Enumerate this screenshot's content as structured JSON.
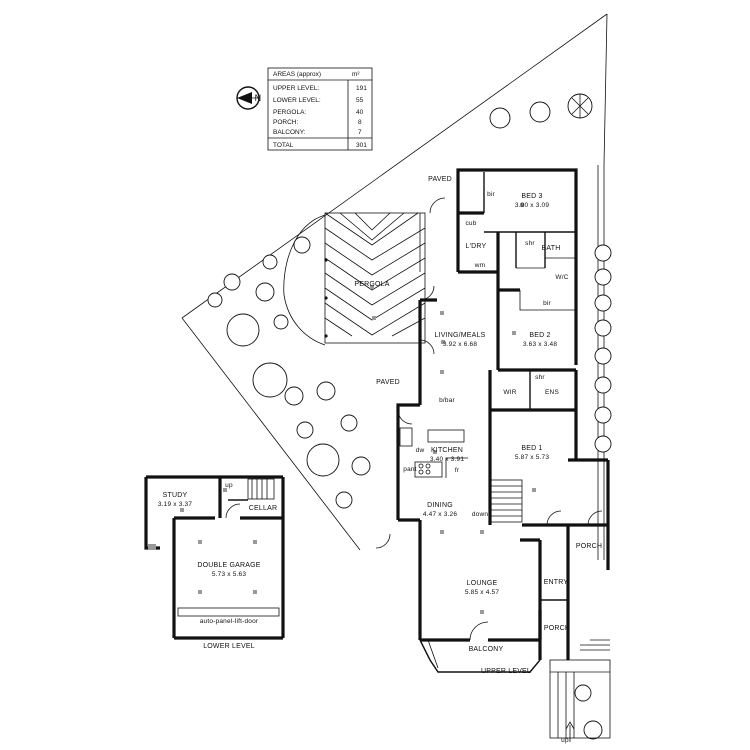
{
  "areas_table": {
    "title": "AREAS (approx)",
    "unit": "m²",
    "rows": [
      {
        "label": "UPPER LEVEL:",
        "value": "191"
      },
      {
        "label": "LOWER LEVEL:",
        "value": "55"
      },
      {
        "label": "PERGOLA:",
        "value": "40"
      },
      {
        "label": "PORCH:",
        "value": "8"
      },
      {
        "label": "BALCONY:",
        "value": "7"
      },
      {
        "label": "TOTAL",
        "value": "301"
      }
    ]
  },
  "north_label": "N",
  "labels": {
    "paved_top": "PAVED",
    "paved_mid": "PAVED",
    "pergola": "PERGOLA",
    "bed3": "BED 3",
    "bed3_dim": "3.90 x 3.09",
    "bir_top": "bir",
    "cub": "cub",
    "ldry": "L'DRY",
    "wm": "wm",
    "shr_top": "shr",
    "bath": "BATH",
    "wc": "W/C",
    "bir_mid": "bir",
    "bed2": "BED 2",
    "bed2_dim": "3.63 x 3.48",
    "living": "LIVING/MEALS",
    "living_dim": "3.92 x 6.68",
    "wir": "WIR",
    "shr_ens": "shr",
    "ens": "ENS",
    "bbar": "b/bar",
    "dw": "dw",
    "kitchen": "KITCHEN",
    "kitchen_dim": "3.40 x 3.91",
    "pant": "pant",
    "fr": "fr",
    "bed1": "BED 1",
    "bed1_dim": "5.87 x 5.73",
    "dining": "DINING",
    "dining_dim": "4.47 x 3.26",
    "down": "down",
    "porch_side": "PORCH",
    "entry": "ENTRY",
    "lounge": "LOUNGE",
    "lounge_dim": "5.85 x 4.57",
    "porch_front": "PORCH",
    "balcony": "BALCONY",
    "upper_level": "UPPER LEVEL",
    "up_bottom": "up",
    "study": "STUDY",
    "study_dim": "3.19 x 3.37",
    "up_lower": "up",
    "cellar": "CELLAR",
    "garage": "DOUBLE GARAGE",
    "garage_dim": "5.73 x 5.63",
    "garage_door": "auto-panel-lift-door",
    "lower_level": "LOWER LEVEL"
  }
}
